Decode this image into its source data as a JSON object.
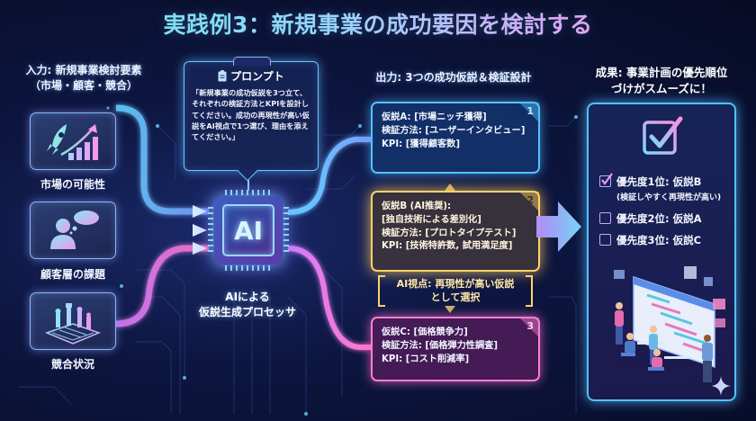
{
  "title": "実践例3：新規事業の成功要因を検討する",
  "colors": {
    "background": "#0a1033",
    "cyan_accent": "#52c3ff",
    "gold_accent": "#ffd26a",
    "pink_accent": "#ff7fd0",
    "purple_accent": "#b98cff"
  },
  "input_section": {
    "heading_line1": "入力: 新規事業検討要素",
    "heading_line2": "（市場・顧客・競合）",
    "items": [
      {
        "label": "市場の可能性",
        "icon": "rocket-growth-chart-icon"
      },
      {
        "label": "顧客層の課題",
        "icon": "person-thought-bubble-icon"
      },
      {
        "label": "競合状況",
        "icon": "chess-board-icon"
      }
    ]
  },
  "prompt": {
    "title": "プロンプト",
    "icon": "clipboard-icon",
    "text": "「新規事業の成功仮説を3つ立て、それぞれの検証方法とKPIを設計してください。成功の再現性が高い仮説をAI視点で1つ選び、理由を添えてください。」"
  },
  "processor": {
    "chip_label": "AI",
    "caption_line1": "AIによる",
    "caption_line2": "仮説生成プロセッサ"
  },
  "output_section": {
    "heading": "出力: 3つの成功仮説＆検証設計",
    "hypotheses": [
      {
        "number": "1",
        "lines": [
          "仮説A: [市場ニッチ獲得]",
          "検証方法: [ユーザーインタビュー]",
          "KPI: [獲得顧客数]"
        ]
      },
      {
        "number": "2",
        "lines": [
          "仮説B (AI推奨):",
          "[独自技術による差別化]",
          "検証方法: [プロトタイプテスト]",
          "KPI: [技術特許数, 試用満足度]"
        ]
      },
      {
        "number": "3",
        "lines": [
          "仮説C: [価格競争力]",
          "検証方法: [価格弾力性調査]",
          "KPI: [コスト削減率]"
        ]
      }
    ],
    "ai_view_line1": "AI視点: 再現性が高い仮説",
    "ai_view_line2": "として選択"
  },
  "result_section": {
    "heading_line1": "成果: 事業計画の優先順位",
    "heading_line2": "づけがスムーズに！",
    "priorities": [
      {
        "label": "優先度1位: 仮説B",
        "sub": "(検証しやすく再現性が高い)",
        "checked": true
      },
      {
        "label": "優先度2位: 仮説A",
        "sub": "",
        "checked": false
      },
      {
        "label": "優先度3位: 仮説C",
        "sub": "",
        "checked": false
      }
    ],
    "illustration": "team-planning-gantt-illustration"
  }
}
